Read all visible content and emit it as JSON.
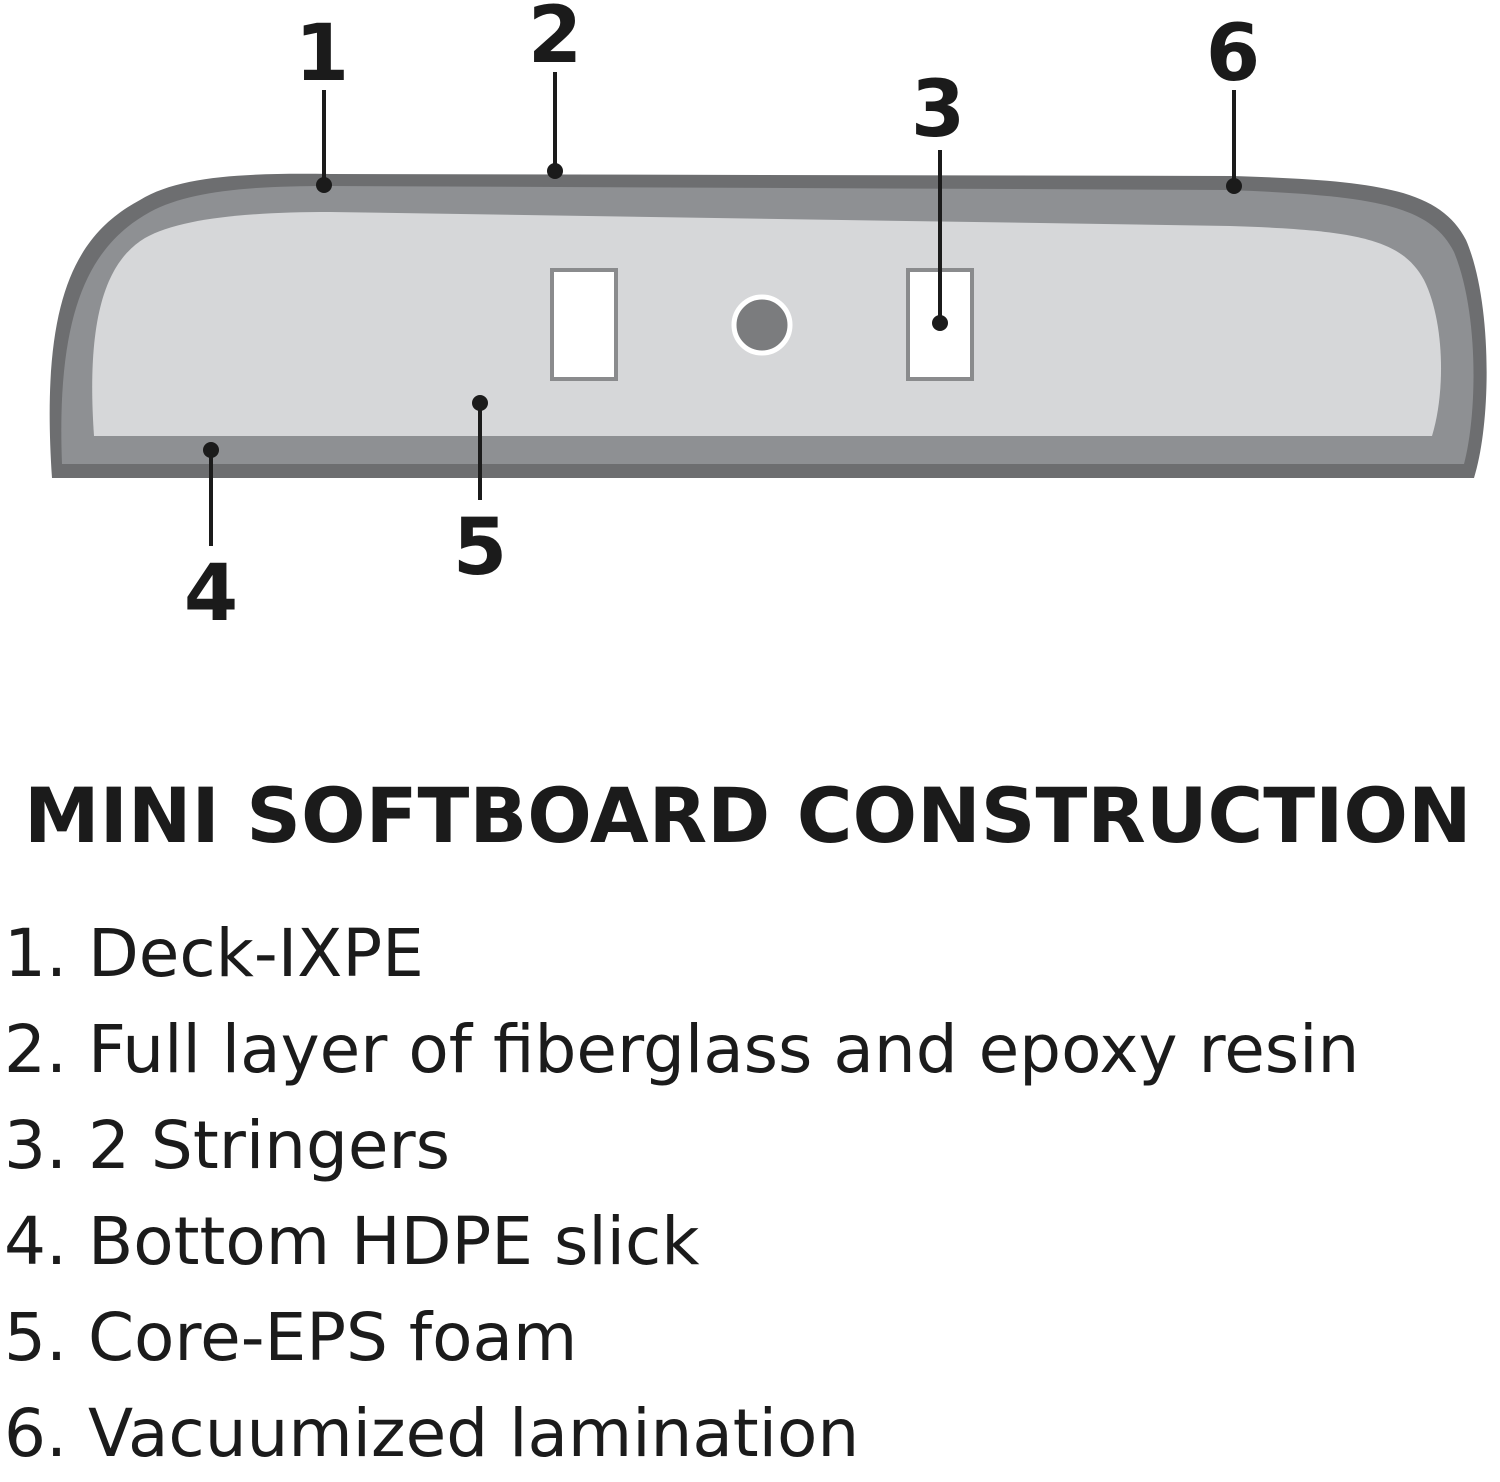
{
  "callouts": {
    "c1": "1",
    "c2": "2",
    "c3": "3",
    "c4": "4",
    "c5": "5",
    "c6": "6"
  },
  "title": "MINI SOFTBOARD CONSTRUCTION",
  "legend": [
    "1. Deck-IXPE",
    "2. Full layer of fiberglass and epoxy resin",
    "3. 2 Stringers",
    "4. Bottom HDPE slick",
    "5. Core-EPS foam",
    "6. Vacuumized lamination"
  ],
  "colors": {
    "outer_shell": "#6d6e70",
    "middle_layer": "#8e9093",
    "core": "#d6d7d9",
    "stringer_fill": "#ffffff",
    "stringer_border": "#8a8b8d",
    "text": "#1b1b1b"
  }
}
